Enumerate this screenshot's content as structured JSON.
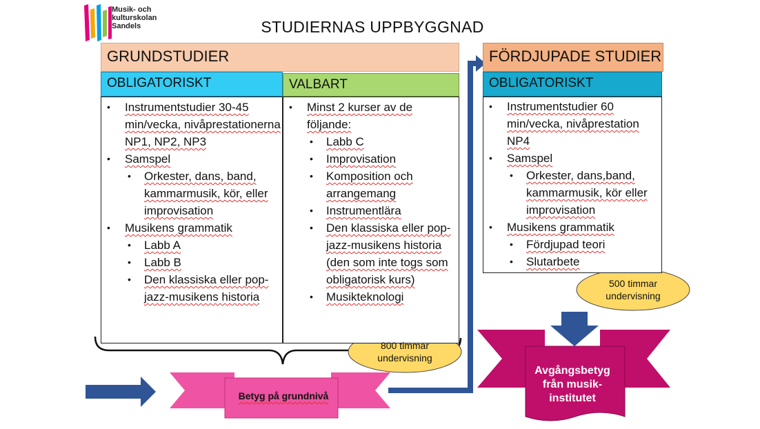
{
  "logo": {
    "lines": [
      "Musik- och",
      "kulturskolan",
      "Sandels"
    ],
    "colors": [
      "#e6007e",
      "#f7a600",
      "#00a0e3",
      "#8bc34a",
      "#e6007e",
      "#f7a600"
    ]
  },
  "title": "STUDIERNAS UPPBYGGNAD",
  "grund": {
    "header": "GRUNDSTUDIER",
    "oblig": {
      "header": "OBLIGATORISKT",
      "items": [
        {
          "level": 1,
          "text": "Instrumentstudier 30-45 min/vecka, nivåprestationerna NP1, NP2, NP3"
        },
        {
          "level": 1,
          "text": "Samspel"
        },
        {
          "level": 2,
          "text": "Orkester, dans, band, kammarmusik, kör, eller improvisation"
        },
        {
          "level": 1,
          "text": "Musikens grammatik"
        },
        {
          "level": 2,
          "text": "Labb A"
        },
        {
          "level": 2,
          "text": "Labb B"
        },
        {
          "level": 2,
          "text": "Den klassiska eller pop-jazz-musikens historia"
        }
      ]
    },
    "valbart": {
      "header": "VALBART",
      "items": [
        {
          "level": 1,
          "text": "Minst 2 kurser av de följande:"
        },
        {
          "level": 2,
          "text": "Labb C"
        },
        {
          "level": 2,
          "text": "Improvisation"
        },
        {
          "level": 2,
          "text": "Komposition och arrangemang"
        },
        {
          "level": 2,
          "text": "Instrumentlära"
        },
        {
          "level": 2,
          "text": "Den klassiska eller pop-jazz-musikens historia (den som inte togs som obligatorisk kurs)"
        },
        {
          "level": 2,
          "text": "Musikteknologi"
        }
      ]
    },
    "hours": [
      "800 timmar",
      "undervisning"
    ],
    "badge": "Betyg på grundnivå"
  },
  "fordjupade": {
    "header": "FÖRDJUPADE STUDIER",
    "oblig": {
      "header": "OBLIGATORISKT",
      "items": [
        {
          "level": 1,
          "text": "Instrumentstudier 60 min/vecka, nivåprestation NP4"
        },
        {
          "level": 1,
          "text": "Samspel"
        },
        {
          "level": 2,
          "text": "Orkester, dans,band, kammarmusik, kör eller improvisation"
        },
        {
          "level": 1,
          "text": "Musikens grammatik"
        },
        {
          "level": 2,
          "text": "Fördjupad teori"
        },
        {
          "level": 2,
          "text": "Slutarbete"
        }
      ]
    },
    "hours": [
      "500 timmar",
      "undervisning"
    ],
    "badge": "Avgångsbetyg från musik-institutet"
  },
  "colors": {
    "arrow": "#2f5597",
    "ribbon_pink": "#ef53a3",
    "ribbon_magenta": "#c00f6a",
    "ellipse": "#ffd966"
  }
}
